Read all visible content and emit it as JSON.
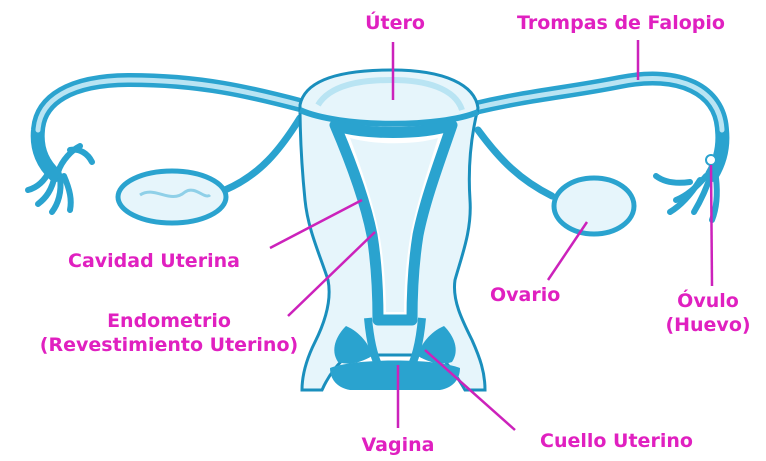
{
  "diagram": {
    "labels": {
      "utero": "Útero",
      "trompas": "Trompas de Falopio",
      "cavidad": "Cavidad Uterina",
      "endometrio_1": "Endometrio",
      "endometrio_2": "(Revestimiento Uterino)",
      "ovario": "Ovario",
      "ovulo_1": "Óvulo",
      "ovulo_2": "(Huevo)",
      "vagina": "Vagina",
      "cuello": "Cuello Uterino"
    },
    "colors": {
      "label": "#e020c0",
      "leader": "#cc22bb",
      "tissue_dark": "#2aa3cf",
      "tissue_light": "#b9e4f3",
      "tissue_fill": "#e6f5fb",
      "outline": "#1a8fbd"
    }
  }
}
